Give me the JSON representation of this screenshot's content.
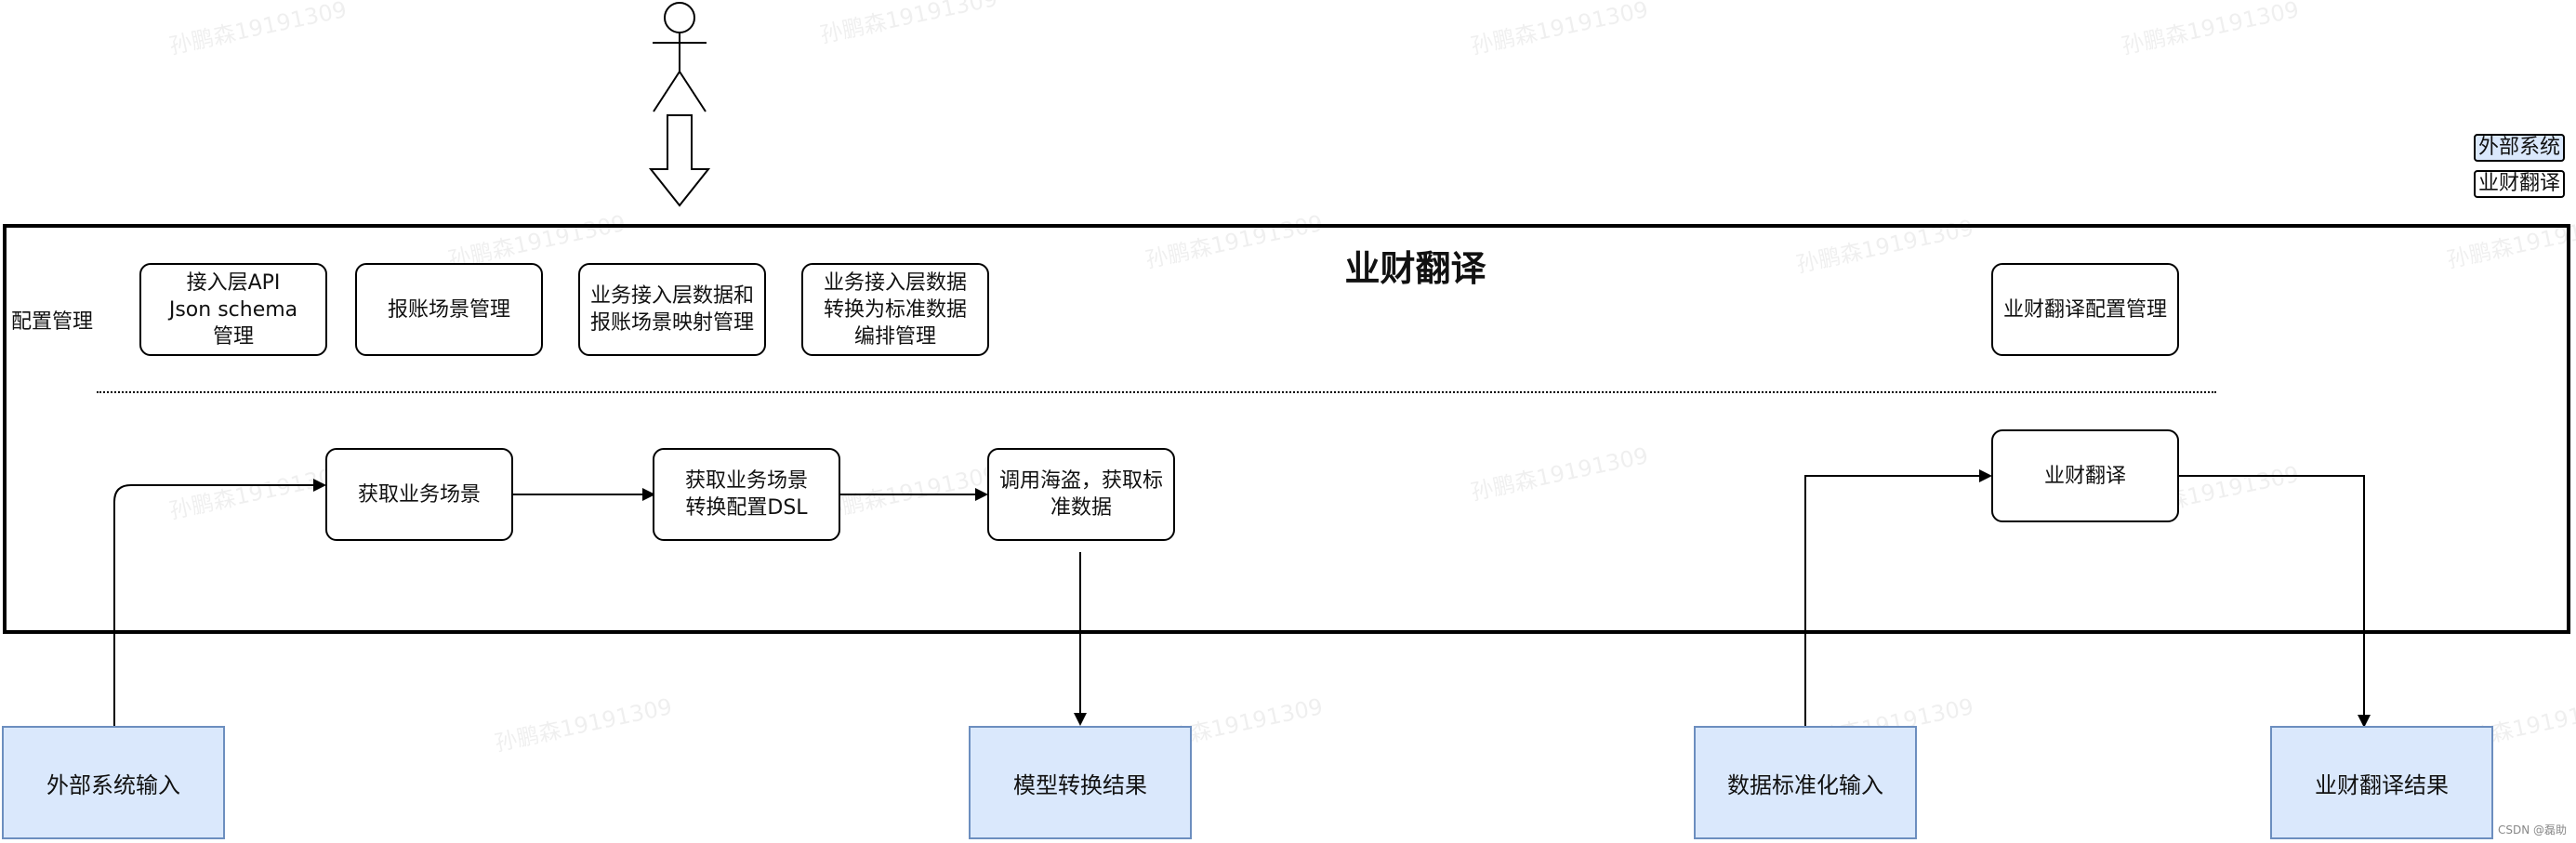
{
  "diagram": {
    "title": "业财翻译",
    "config_label": "配置管理",
    "legend": {
      "external": "外部系统",
      "finance": "业财翻译"
    },
    "config_nodes": {
      "api_schema": "接入层API\nJson schema\n管理",
      "scene_mgmt": "报账场景管理",
      "mapping_mgmt": "业务接入层数据和\n报账场景映射管理",
      "orchestration_mgmt": "业务接入层数据\n转换为标准数据\n编排管理",
      "finance_config_mgmt": "业财翻译配置管理"
    },
    "flow_nodes": {
      "get_scene": "获取业务场景",
      "get_dsl": "获取业务场景\n转换配置DSL",
      "call_haidao": "调用海盗，获取标\n准数据",
      "finance_translate": "业财翻译"
    },
    "io_nodes": {
      "external_input": "外部系统输入",
      "model_result": "模型转换结果",
      "std_input": "数据标准化输入",
      "finance_result": "业财翻译结果"
    },
    "watermark": "孙鹏森19191309",
    "credit": "CSDN @磊助"
  },
  "colors": {
    "io_fill": "#dae8fc",
    "io_stroke": "#6c8ebf",
    "stroke": "#000000"
  }
}
